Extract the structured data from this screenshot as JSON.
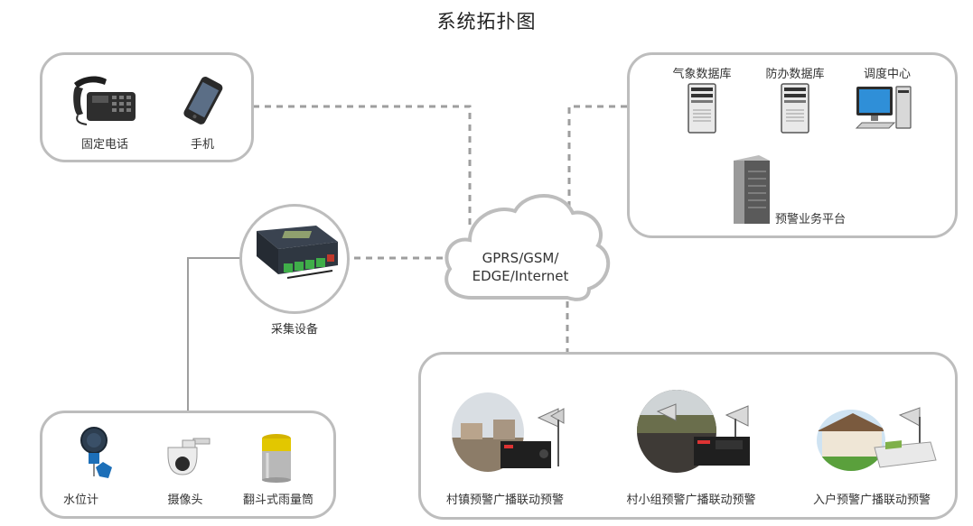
{
  "title": "系统拓扑图",
  "phones": {
    "fixed_phone": "固定电话",
    "mobile": "手机"
  },
  "servers": {
    "weather_db": "气象数据库",
    "flood_db": "防办数据库",
    "dispatch": "调度中心",
    "platform": "预警业务平台"
  },
  "collector": {
    "label": "采集设备"
  },
  "cloud": {
    "line1": "GPRS/GSM/",
    "line2": "EDGE/Internet"
  },
  "sensors": {
    "water_gauge": "水位计",
    "camera": "摄像头",
    "rain_gauge": "翻斗式雨量筒"
  },
  "alarms": {
    "town": "村镇预警广播联动预警",
    "group": "村小组预警广播联动预警",
    "household": "入户预警广播联动预警"
  },
  "colors": {
    "box_border": "#bdbdbd",
    "dash": "#9e9e9e",
    "line": "#9e9e9e",
    "accent_green": "#3fae49"
  }
}
